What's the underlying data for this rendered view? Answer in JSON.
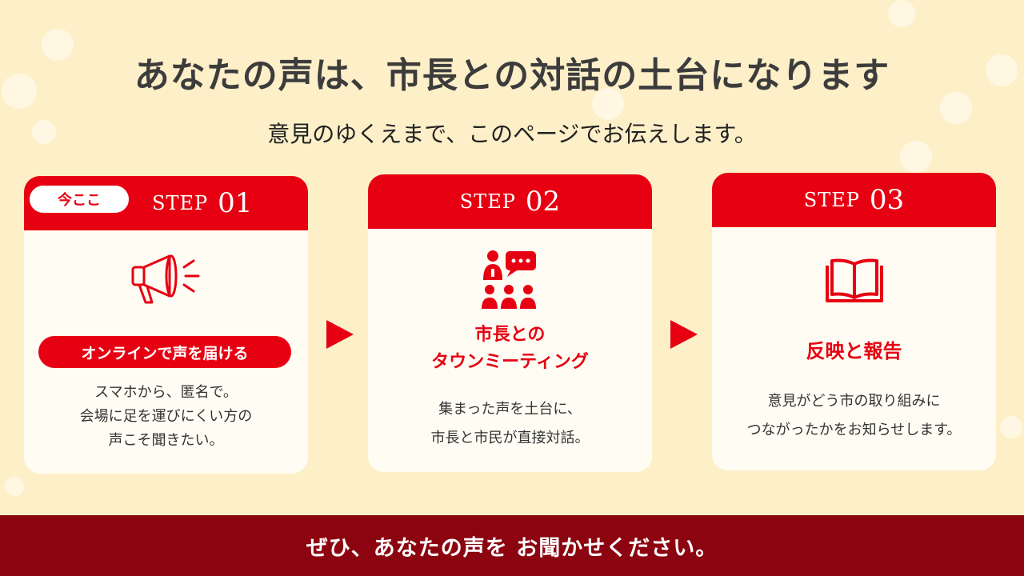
{
  "title": "あなたの声は、市長との対話の土台になります",
  "subtitle": "意見のゆくえまで、このページでお伝えします。",
  "steps": [
    {
      "step_word": "STEP",
      "step_num": "01",
      "badge": "今ここ",
      "icon": "megaphone-icon",
      "heading": "オンラインで声を届ける",
      "desc_lines": [
        "スマホから、匿名で。",
        "会場に足を運びにくい方の",
        "声こそ聞きたい。"
      ]
    },
    {
      "step_word": "STEP",
      "step_num": "02",
      "icon": "town-meeting-icon",
      "heading_lines": [
        "市長との",
        "タウンミーティング"
      ],
      "desc_lines": [
        "集まった声を土台に、",
        "市長と市民が直接対話。"
      ]
    },
    {
      "step_word": "STEP",
      "step_num": "03",
      "icon": "open-book-icon",
      "heading": "反映と報告",
      "desc_lines": [
        "意見がどう市の取り組みに",
        "つながったかをお知らせします。"
      ]
    }
  ],
  "footer": "ぜひ、あなたの声を お聞かせください。",
  "colors": {
    "accent": "#e60012",
    "background": "#fdefc8",
    "footer": "#8c0410",
    "card": "#fffdf3"
  }
}
